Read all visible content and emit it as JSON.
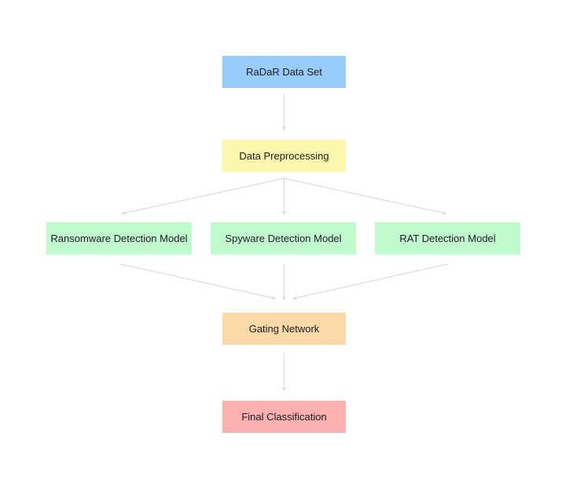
{
  "diagram": {
    "type": "flowchart",
    "background_color": "#FFFFFF",
    "arrow_color": "#D6D6D6",
    "text_color": "#1C1C1C",
    "nodes": [
      {
        "id": "dataset",
        "label": "RaDaR Data Set",
        "color": "#99CCFA"
      },
      {
        "id": "preprocessing",
        "label": "Data Preprocessing",
        "color": "#FAF7AC"
      },
      {
        "id": "ransomware",
        "label": "Ransomware Detection Model",
        "color": "#C2FAD0"
      },
      {
        "id": "spyware",
        "label": "Spyware Detection Model",
        "color": "#C2FAD0"
      },
      {
        "id": "rat",
        "label": "RAT Detection Model",
        "color": "#C2FAD0"
      },
      {
        "id": "gating",
        "label": "Gating Network",
        "color": "#FBD8A8"
      },
      {
        "id": "final",
        "label": "Final Classification",
        "color": "#FCB0B0"
      }
    ],
    "edges": [
      {
        "from": "dataset",
        "to": "preprocessing"
      },
      {
        "from": "preprocessing",
        "to": "ransomware"
      },
      {
        "from": "preprocessing",
        "to": "spyware"
      },
      {
        "from": "preprocessing",
        "to": "rat"
      },
      {
        "from": "ransomware",
        "to": "gating"
      },
      {
        "from": "spyware",
        "to": "gating"
      },
      {
        "from": "rat",
        "to": "gating"
      },
      {
        "from": "gating",
        "to": "final"
      }
    ]
  }
}
